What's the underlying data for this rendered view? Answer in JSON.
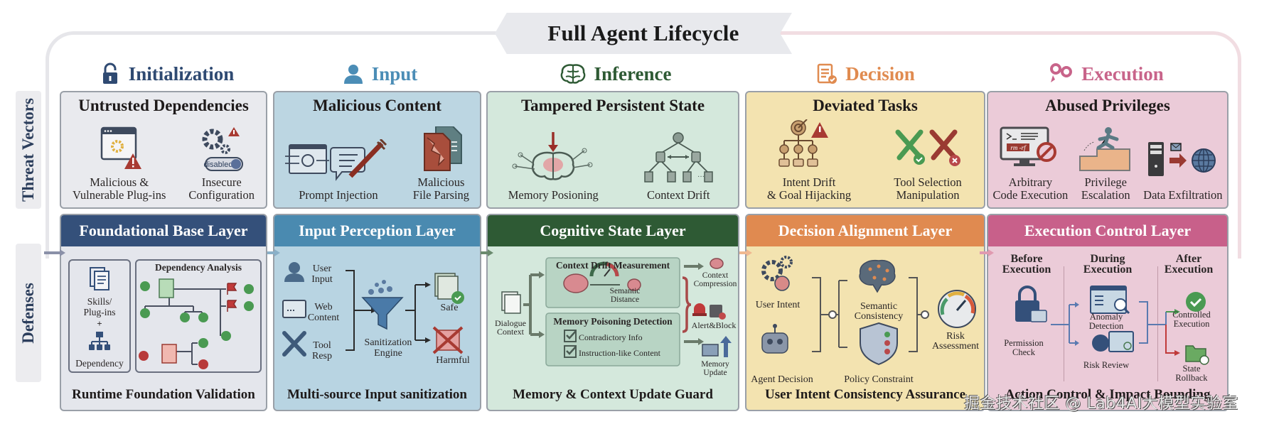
{
  "title": "Full Agent Lifecycle",
  "row_labels": {
    "threat_vectors": "Threat Vectors",
    "defenses": "Defenses"
  },
  "colors": {
    "initialization": "#2f4a72",
    "input": "#4b8db6",
    "inference": "#2e5a34",
    "decision": "#e08b50",
    "execution": "#c8648a"
  },
  "stages": [
    {
      "name": "Initialization",
      "icon": "lock-icon",
      "threat": {
        "title": "Untrusted Dependencies",
        "items": [
          {
            "label": "Malicious &\nVulnerable Plug-ins",
            "icon": "browser-warning-icon"
          },
          {
            "label": "Insecure\nConfiguration",
            "icon": "gears-disabled-icon",
            "toggle_text": "disabled"
          }
        ]
      },
      "defense": {
        "title": "Foundational Base Layer",
        "footer": "Runtime Foundation Validation",
        "left_panel": {
          "label1": "Skills/\nPlug-ins",
          "plus": "+",
          "label2": "Dependency"
        },
        "analysis_title": "Dependency Analysis"
      }
    },
    {
      "name": "Input",
      "icon": "user-icon",
      "threat": {
        "title": "Malicious Content",
        "items": [
          {
            "label": "Prompt Injection",
            "icon": "syringe-chat-icon"
          },
          {
            "label": "Malicious\nFile Parsing",
            "icon": "corrupted-file-icon"
          }
        ]
      },
      "defense": {
        "title": "Input Perception Layer",
        "footer": "Multi-source Input sanitization",
        "sources": [
          "User\nInput",
          "Web\nContent",
          "Tool\nResp"
        ],
        "engine": "Sanitization\nEngine",
        "outputs": [
          "Safe",
          "Harmful"
        ]
      }
    },
    {
      "name": "Inference",
      "icon": "brain-icon",
      "threat": {
        "title": "Tampered Persistent State",
        "items": [
          {
            "label": "Memory Posioning",
            "icon": "brain-arrow-icon"
          },
          {
            "label": "Context Drift",
            "icon": "tree-drift-icon"
          }
        ]
      },
      "defense": {
        "title": "Cognitive State Layer",
        "footer": "Memory & Context Update Guard",
        "input": "Dialogue\nContext",
        "drift_title": "Context Drift Measurement",
        "drift_label": "Semantic\nDistance",
        "poison_title": "Memory Poisoning Detection",
        "checks": [
          "Contradictory Info",
          "Instruction-like Content"
        ],
        "outputs": [
          "Context\nCompression",
          "Alert&Block",
          "Memory\nUpdate"
        ]
      }
    },
    {
      "name": "Decision",
      "icon": "document-check-icon",
      "threat": {
        "title": "Deviated Tasks",
        "items": [
          {
            "label": "Intent Drift\n& Goal Hijacking",
            "icon": "target-hierarchy-icon"
          },
          {
            "label": "Tool Selection\nManipulation",
            "icon": "wrenches-icon"
          }
        ]
      },
      "defense": {
        "title": "Decision Alignment Layer",
        "footer": "User Intent Consistency Assurance",
        "inputs": [
          "User Intent",
          "Agent Decision"
        ],
        "checks": [
          "Semantic\nConsistency",
          "Policy Constraint"
        ],
        "output": "Risk\nAssessment"
      }
    },
    {
      "name": "Execution",
      "icon": "gears-icon",
      "threat": {
        "title": "Abused Privileges",
        "items": [
          {
            "label": "Arbitrary\nCode Execution",
            "icon": "terminal-blocked-icon",
            "command": "rm -rf"
          },
          {
            "label": "Privilege\nEscalation",
            "icon": "stairs-climb-icon"
          },
          {
            "label": "Data Exfiltration",
            "icon": "server-globe-icon"
          }
        ]
      },
      "defense": {
        "title": "Execution Control Layer",
        "footer": "Action Control & Impact Bounding",
        "phases": [
          "Before\nExecution",
          "During\nExecution",
          "After\nExecution"
        ],
        "before": "Permission\nCheck",
        "during": [
          "Anomaly\nDetection",
          "Risk Review"
        ],
        "after": [
          "Controlled\nExecution",
          "State\nRollback"
        ]
      }
    }
  ],
  "watermark": "掘金技术社区 @ Lab4AI大模型实验室"
}
